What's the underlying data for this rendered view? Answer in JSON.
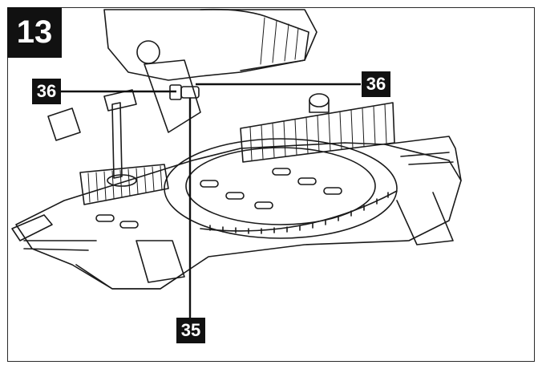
{
  "figure": {
    "number": "13",
    "callouts": [
      {
        "id": "left",
        "label": "36"
      },
      {
        "id": "right",
        "label": "36"
      },
      {
        "id": "bottom",
        "label": "35"
      }
    ]
  },
  "colors": {
    "ink": "#1a1a1a",
    "label_bg": "#111111",
    "label_text": "#ffffff",
    "paper": "#ffffff"
  }
}
